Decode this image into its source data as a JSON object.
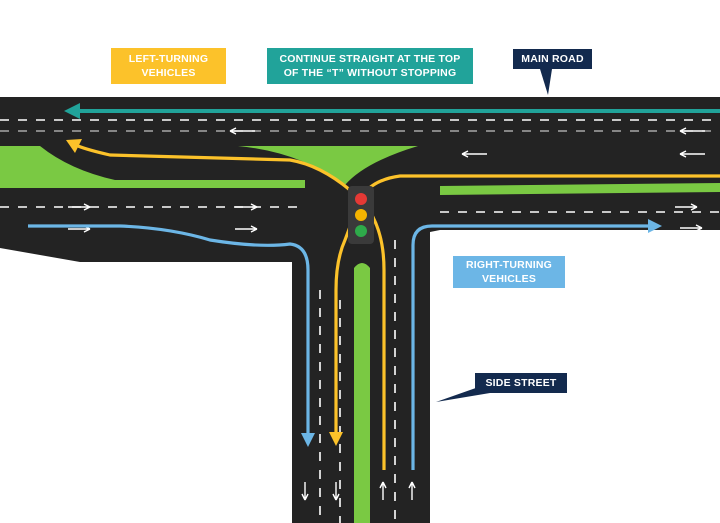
{
  "labels": {
    "left_turning": {
      "line1": "LEFT-TURNING",
      "line2": "VEHICLES"
    },
    "continue_straight": {
      "line1": "CONTINUE STRAIGHT AT THE TOP",
      "line2": "OF THE “T” WITHOUT STOPPING"
    },
    "main_road": "MAIN ROAD",
    "right_turning": {
      "line1": "RIGHT-TURNING",
      "line2": "VEHICLES"
    },
    "side_street": "SIDE STREET"
  },
  "colors": {
    "asphalt": "#232323",
    "grass": "#7ac943",
    "lane_marking": "#ffffff",
    "left_turn_path": "#fcc22a",
    "straight_path": "#21a39a",
    "right_turn_path": "#6cb6e6",
    "callout_dark": "#132a4e",
    "signal_body": "#3a3a3a",
    "signal_red": "#e53935",
    "signal_amber": "#f5b400",
    "signal_green": "#2eaa4a"
  },
  "traffic_signal": {
    "lights": [
      "red",
      "amber",
      "green"
    ],
    "icon": "traffic-light-icon"
  }
}
